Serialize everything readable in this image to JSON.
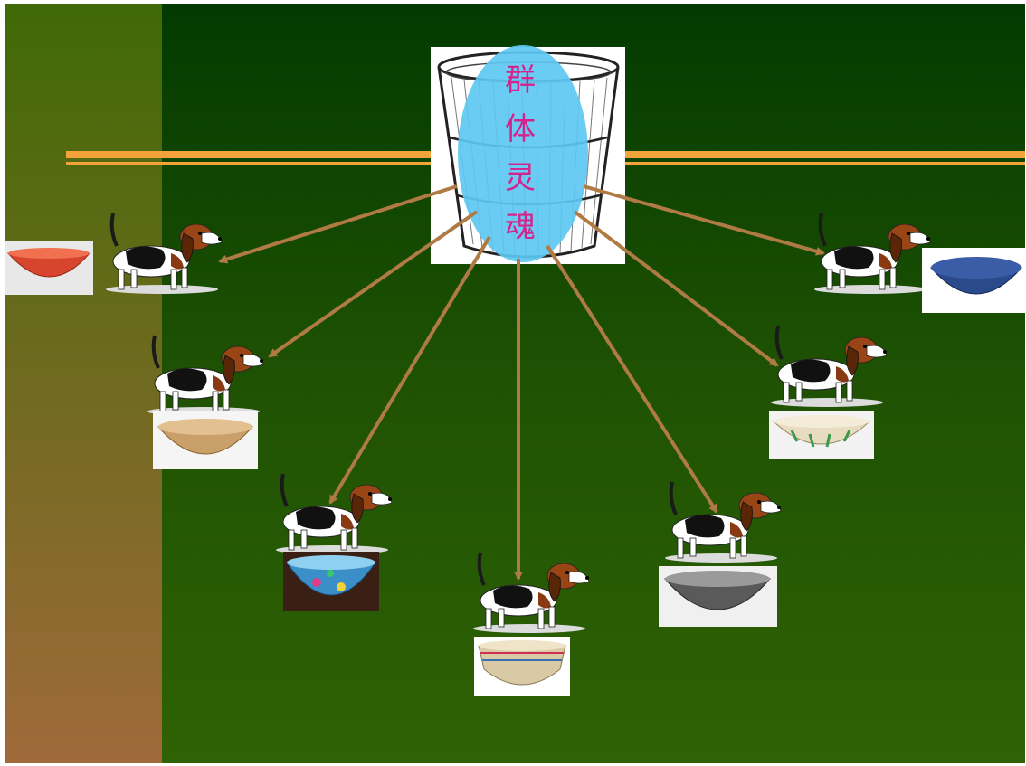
{
  "center_label_chars": [
    "群",
    "体",
    "灵",
    "魂"
  ],
  "colors": {
    "side_band_top": "#3f6a05",
    "side_band_bottom": "#a06a3a",
    "bg_top": "#033a00",
    "bg_bottom": "#2f6204",
    "line": "#f4a23a",
    "arrow": "#b07a44",
    "oval": "#5ec8f2",
    "center_text": "#d4238c"
  },
  "bowls": [
    {
      "name": "red-bowl",
      "color": "#d8452e"
    },
    {
      "name": "wooden-bowl",
      "color": "#c9a06a"
    },
    {
      "name": "decorated-porcelain-bowl",
      "color": "#3a8fc9"
    },
    {
      "name": "striped-bowl",
      "color": "#d9c9a4"
    },
    {
      "name": "gray-bowl",
      "color": "#5a5a5a"
    },
    {
      "name": "floral-bowl",
      "color": "#e8dcc0"
    },
    {
      "name": "blue-bowl",
      "color": "#2b4a8c"
    }
  ]
}
